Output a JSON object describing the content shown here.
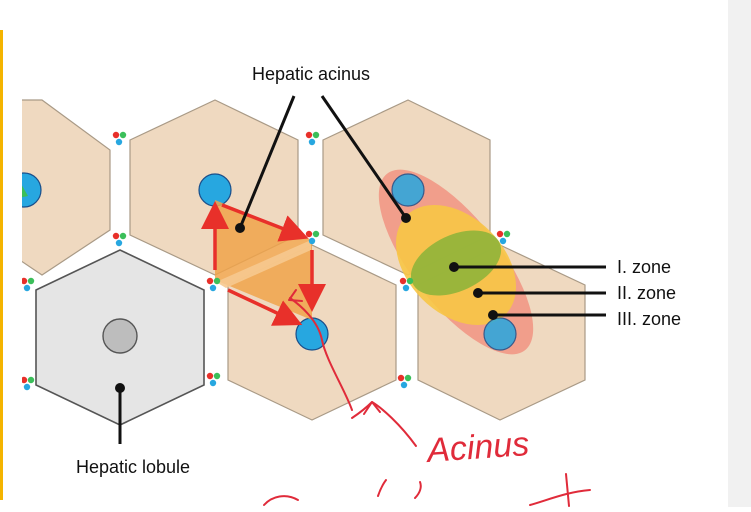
{
  "labels": {
    "hepatic_acinus": "Hepatic acinus",
    "hepatic_lobule": "Hepatic lobule",
    "zone_1": "I. zone",
    "zone_2": "II. zone",
    "zone_3": "III. zone"
  },
  "annotation": {
    "handwritten_text": "Acinus"
  },
  "colors": {
    "hexagon_fill": "#efd9c0",
    "hexagon_stroke": "#a99a86",
    "lobule_fill": "#e5e5e5",
    "central_vein": "#27a7e0",
    "acinus_orange": "#f0a34a",
    "zone_1": "#8fb43a",
    "zone_2": "#f7c545",
    "zone_3": "#f28a7a",
    "arrow_red": "#e8302a",
    "handwriting_red": "#e02b3a",
    "accent_yellow": "#f4b400"
  },
  "icons": [
    "portal-triad-icon",
    "central-vein-icon",
    "arrow-icon"
  ]
}
